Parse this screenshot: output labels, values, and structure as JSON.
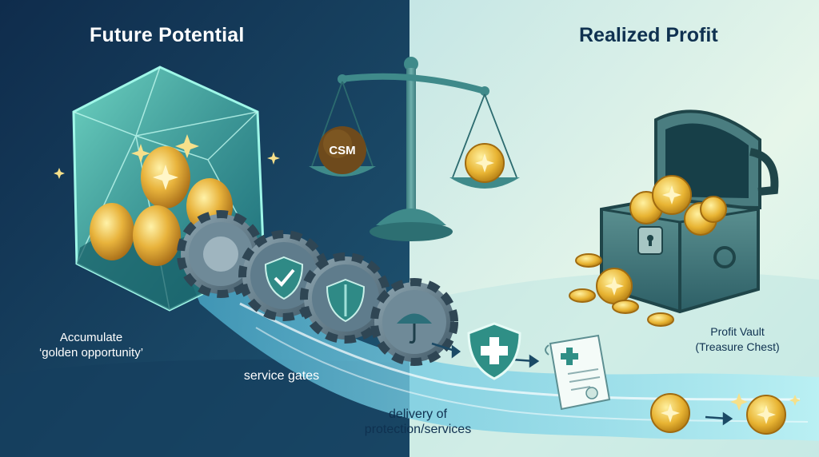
{
  "headings": {
    "left": "Future Potential",
    "right": "Realized Profit"
  },
  "labels": {
    "accumulate_line1": "Accumulate",
    "accumulate_line2": "‘golden opportunity’",
    "service_gates": "service gates",
    "delivery_line1": "delivery of",
    "delivery_line2": "protection/services",
    "vault_line1": "Profit Vault",
    "vault_line2": "(Treasure Chest)",
    "scale_weight": "CSM"
  },
  "icons": [
    "crystal-gem-icon",
    "golden-egg-icon",
    "gear-icon",
    "shield-check-icon",
    "shield-icon",
    "umbrella-icon",
    "medical-shield-icon",
    "document-scroll-icon",
    "balance-scale-icon",
    "gold-coin-icon",
    "treasure-chest-icon",
    "sparkle-icon",
    "arrow-icon"
  ],
  "colors": {
    "left_bg": "#123a5c",
    "right_bg": "#d3efe9",
    "gold": "#e6b43c",
    "teal": "#3f8a8a",
    "river": "#7fd6ea"
  }
}
